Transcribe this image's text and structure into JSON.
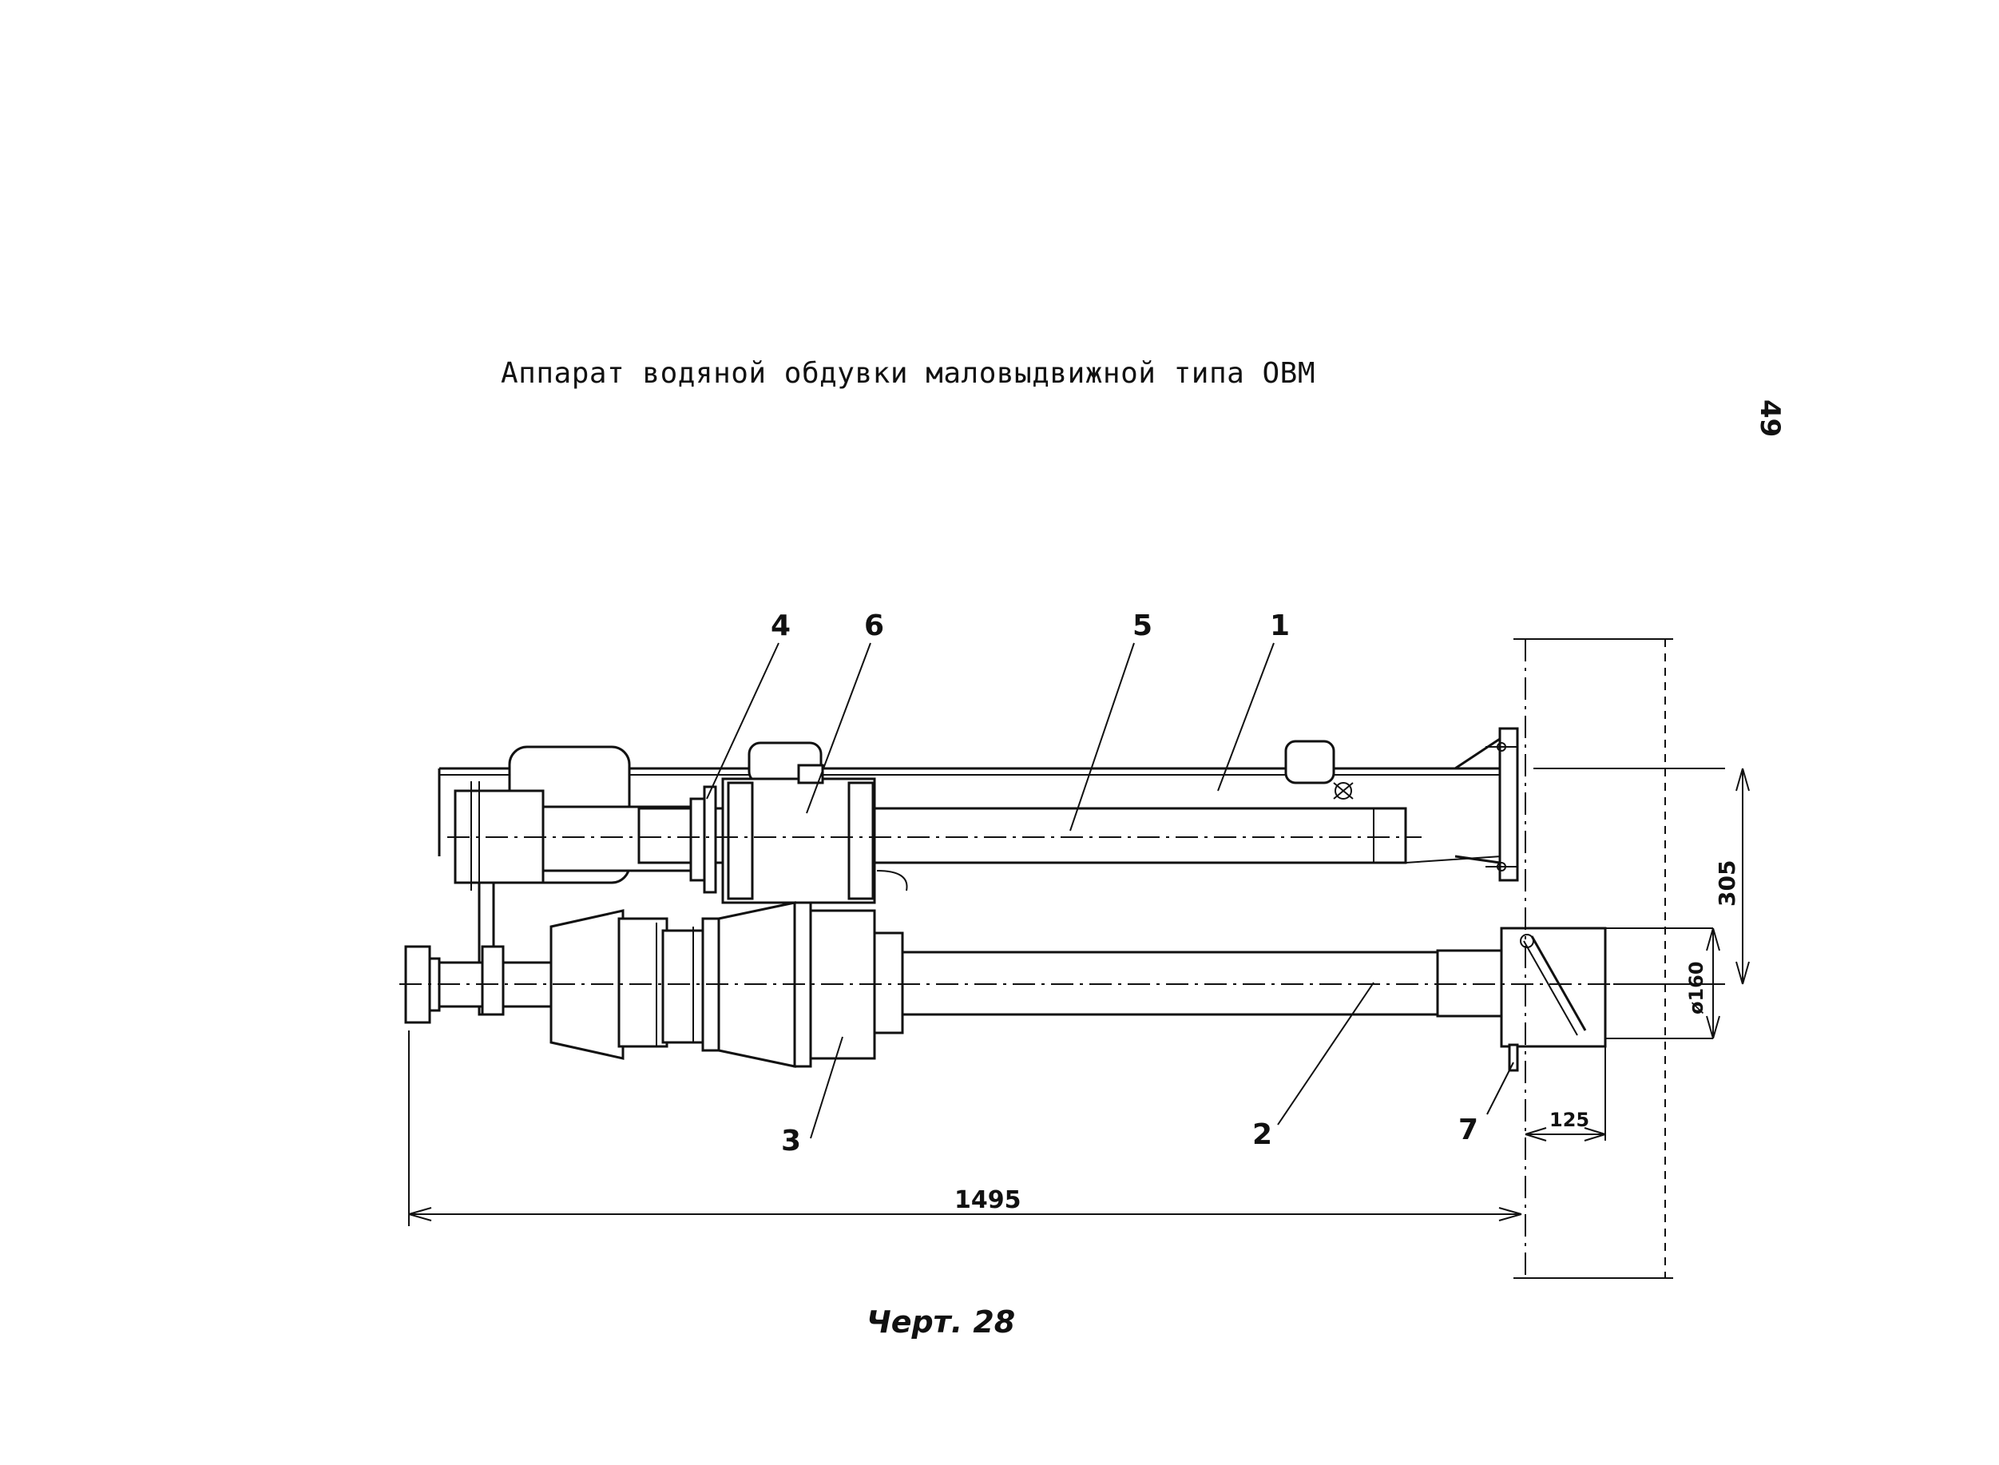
{
  "title": "Аппарат водяной обдувки маловыдвижной типа ОВМ",
  "page_number": "49",
  "caption": "Черт. 28",
  "callouts": {
    "c1": "1",
    "c2": "2",
    "c3": "3",
    "c4": "4",
    "c5": "5",
    "c6": "6",
    "c7": "7"
  },
  "dimensions": {
    "overall_length": "1495",
    "height_between_axes": "305",
    "pipe_diameter": "ø160",
    "wall_offset": "125"
  }
}
